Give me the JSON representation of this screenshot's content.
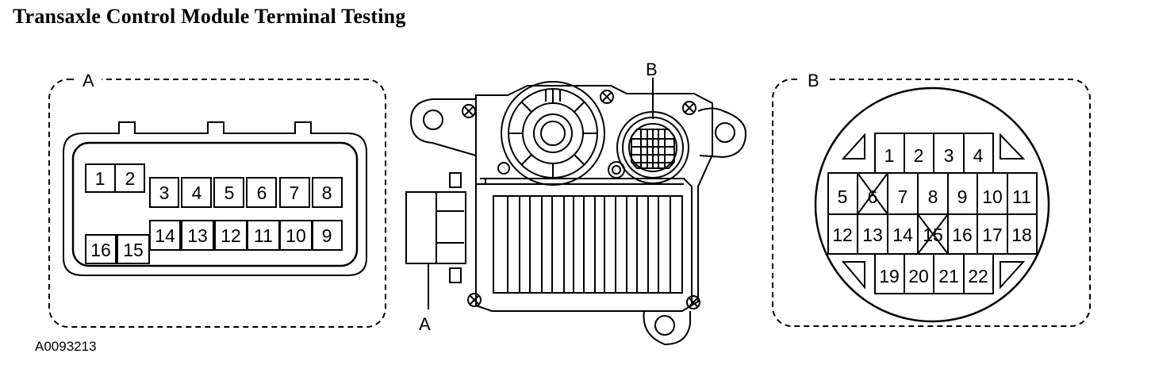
{
  "title": "Transaxle Control Module Terminal Testing",
  "figure_id": "A0093213",
  "callouts": {
    "connector_a_label": "A",
    "connector_b_label": "B",
    "module_a_label": "A",
    "module_b_label": "B"
  },
  "connector_a": {
    "pins_top": [
      "1",
      "2",
      "3",
      "4",
      "5",
      "6",
      "7",
      "8"
    ],
    "pins_bottom": [
      "16",
      "15",
      "14",
      "13",
      "12",
      "11",
      "10",
      "9"
    ]
  },
  "connector_b": {
    "row1": [
      "1",
      "2",
      "3",
      "4"
    ],
    "row2": [
      "5",
      "6",
      "7",
      "8",
      "9",
      "10",
      "11"
    ],
    "row3": [
      "12",
      "13",
      "14",
      "15",
      "16",
      "17",
      "18"
    ],
    "row4": [
      "19",
      "20",
      "21",
      "22"
    ],
    "crossed_out_pins": [
      "6",
      "15"
    ]
  },
  "colors": {
    "ink": "#000000",
    "background": "#ffffff"
  }
}
